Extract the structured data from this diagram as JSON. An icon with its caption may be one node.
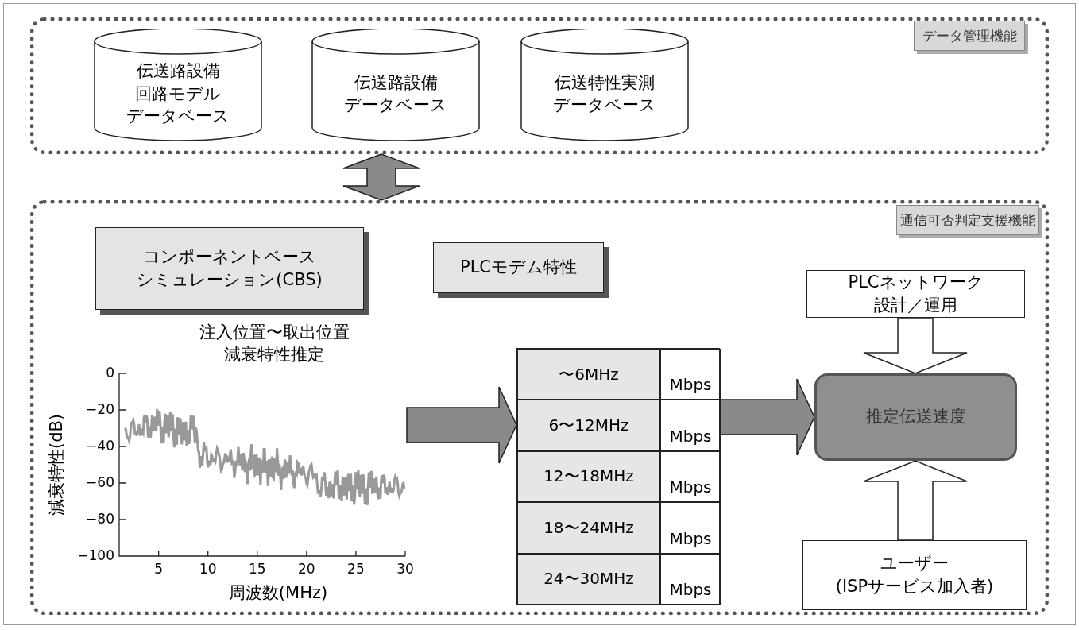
{
  "diagram": {
    "nodes": [
      {
        "text": [
          "データ管理機能"
        ]
      },
      {
        "text": [
          "伝送路設備回路モデルデータベース"
        ],
        "in": 0
      },
      {
        "text": [
          "伝送路設備データベース"
        ],
        "in": 0
      },
      {
        "text": [
          "伝送特性実測データベース"
        ],
        "in": 0
      },
      {
        "text": [
          "通信可否判定支援機能"
        ]
      },
      {
        "text": [
          "コンポーネントベースシミュレーション(CBS)"
        ],
        "in": 4
      },
      {
        "text": [],
        "shape": "picture",
        "in": 4
      },
      {
        "text": [
          "PLCモデム特性"
        ],
        "in": 4
      },
      {
        "text": [
          "〜6MHz",
          "Mbps",
          "6〜12MHz",
          "Mbps",
          "12〜18MHz",
          "Mbps",
          "18〜24MHz",
          "Mbps",
          "24〜30MHz",
          "Mbps"
        ],
        "in": 4
      },
      {
        "text": [
          "PLCネットワーク設計／運用"
        ],
        "in": 4
      },
      {
        "text": [
          "推定伝送速度"
        ],
        "in": 4
      },
      {
        "text": [
          "ユーザー(ISPサービス加入者)"
        ],
        "in": 4
      }
    ],
    "edges": [
      {
        "from": 0,
        "to": 4,
        "arrow": "both"
      },
      {
        "from": 6,
        "to": 8,
        "arrow": "to"
      },
      {
        "from": 8,
        "to": 10,
        "arrow": "to"
      },
      {
        "from": 9,
        "to": 10,
        "arrow": "to",
        "color": "#ffffff"
      },
      {
        "from": 11,
        "to": 10,
        "arrow": "to",
        "color": "#ffffff"
      }
    ],
    "labels": [
      "注入位置〜取出位置減衰特性推定",
      "0",
      "−20",
      "−40",
      "−60",
      "−80",
      "−100",
      "減衰特性(dB)",
      "5",
      "10",
      "15",
      "20",
      "25",
      "30",
      "周波数(MHz)"
    ]
  }
}
